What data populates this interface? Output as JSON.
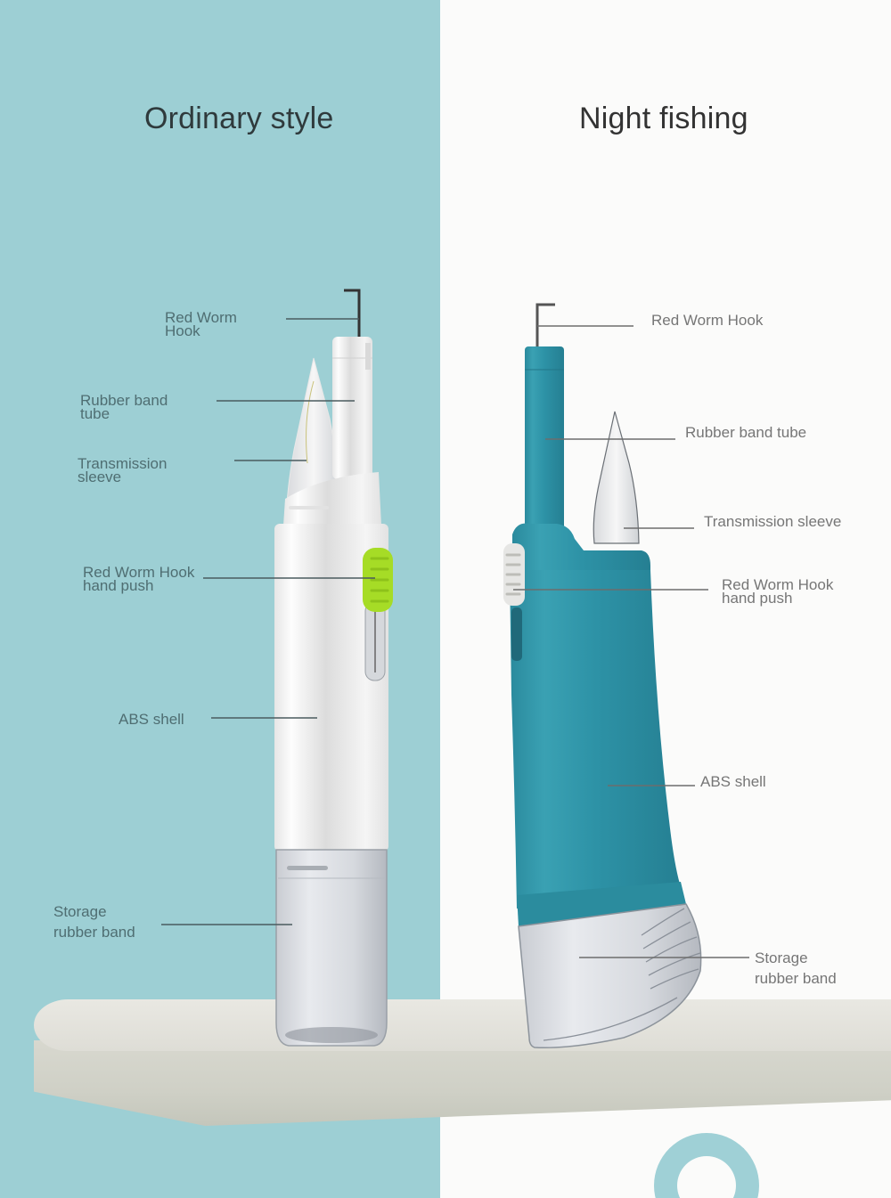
{
  "colors": {
    "left_background": "#9dcfd4",
    "right_background": "#fbfbfa",
    "white_device": "#f2f2f2",
    "teal_device": "#2f93a6",
    "green_slider": "#a6dc26",
    "logo_accent": "#9fd0d6"
  },
  "left_panel": {
    "title": "Ordinary style",
    "labels": [
      {
        "id": "red-worm-hook",
        "text": "Red Worm\nHook"
      },
      {
        "id": "rubber-band-tube",
        "text": "Rubber band\ntube"
      },
      {
        "id": "transmission-sleeve",
        "text": "Transmission\nsleeve"
      },
      {
        "id": "hook-hand-push",
        "text": "Red Worm Hook\nhand push"
      },
      {
        "id": "abs-shell",
        "text": "ABS shell"
      },
      {
        "id": "storage-rubber-band",
        "text": "Storage\nrubber band"
      }
    ]
  },
  "right_panel": {
    "title": "Night fishing",
    "labels": [
      {
        "id": "red-worm-hook",
        "text": "Red Worm Hook"
      },
      {
        "id": "rubber-band-tube",
        "text": "Rubber band tube"
      },
      {
        "id": "transmission-sleeve",
        "text": "Transmission sleeve"
      },
      {
        "id": "hook-hand-push",
        "text": "Red Worm Hook\nhand push"
      },
      {
        "id": "abs-shell",
        "text": "ABS shell"
      },
      {
        "id": "storage-rubber-band",
        "text": "Storage\nrubber band"
      }
    ]
  }
}
